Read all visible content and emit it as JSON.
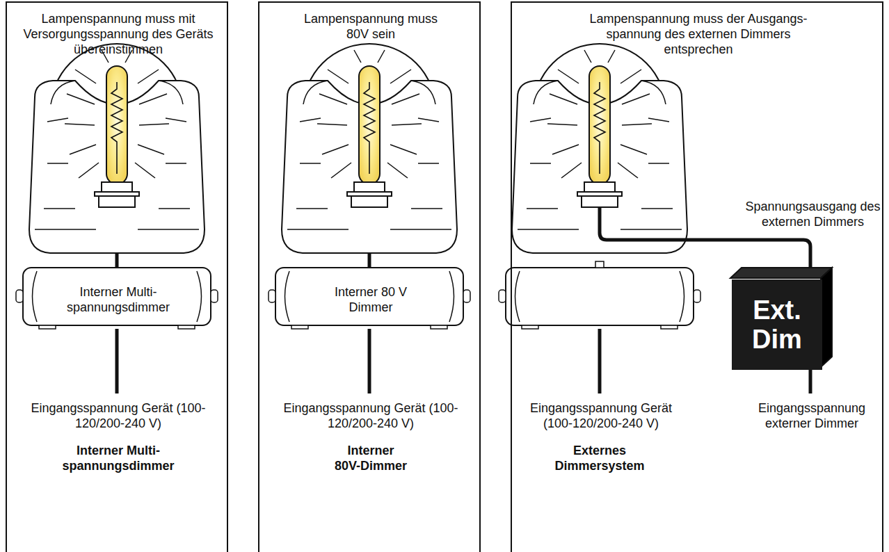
{
  "diagram": {
    "nodes": [
      {
        "text": [
          "Lampenspannung muss mit Versorgungsspannung des Geräts übereinstimmen",
          "Eingangsspannung Gerät (100-120/200-240 V)",
          "Interner Multi- spannungsdimmer"
        ]
      },
      {
        "text": [
          "Interner Multi- spannungsdimmer"
        ],
        "in": 0
      },
      {
        "text": [
          "Lampenspannung muss 80V sein",
          "Eingangsspannung Gerät (100-120/200-240 V)",
          "Interner 80V-Dimmer"
        ]
      },
      {
        "text": [
          "Interner 80 V Dimmer"
        ],
        "in": 2
      },
      {
        "text": [
          "Lampenspannung muss der Ausgangs- spannung des externen Dimmers entsprechen",
          "Eingangsspannung Gerät (100-120/200-240 V)",
          "Externes Dimmersystem"
        ]
      },
      {
        "text": [
          "Ext. Dim"
        ],
        "in": 4
      }
    ],
    "labels": [
      "Spannungsausgang des externen Dimmers",
      "Eingangsspannung externer Dimmer"
    ]
  }
}
